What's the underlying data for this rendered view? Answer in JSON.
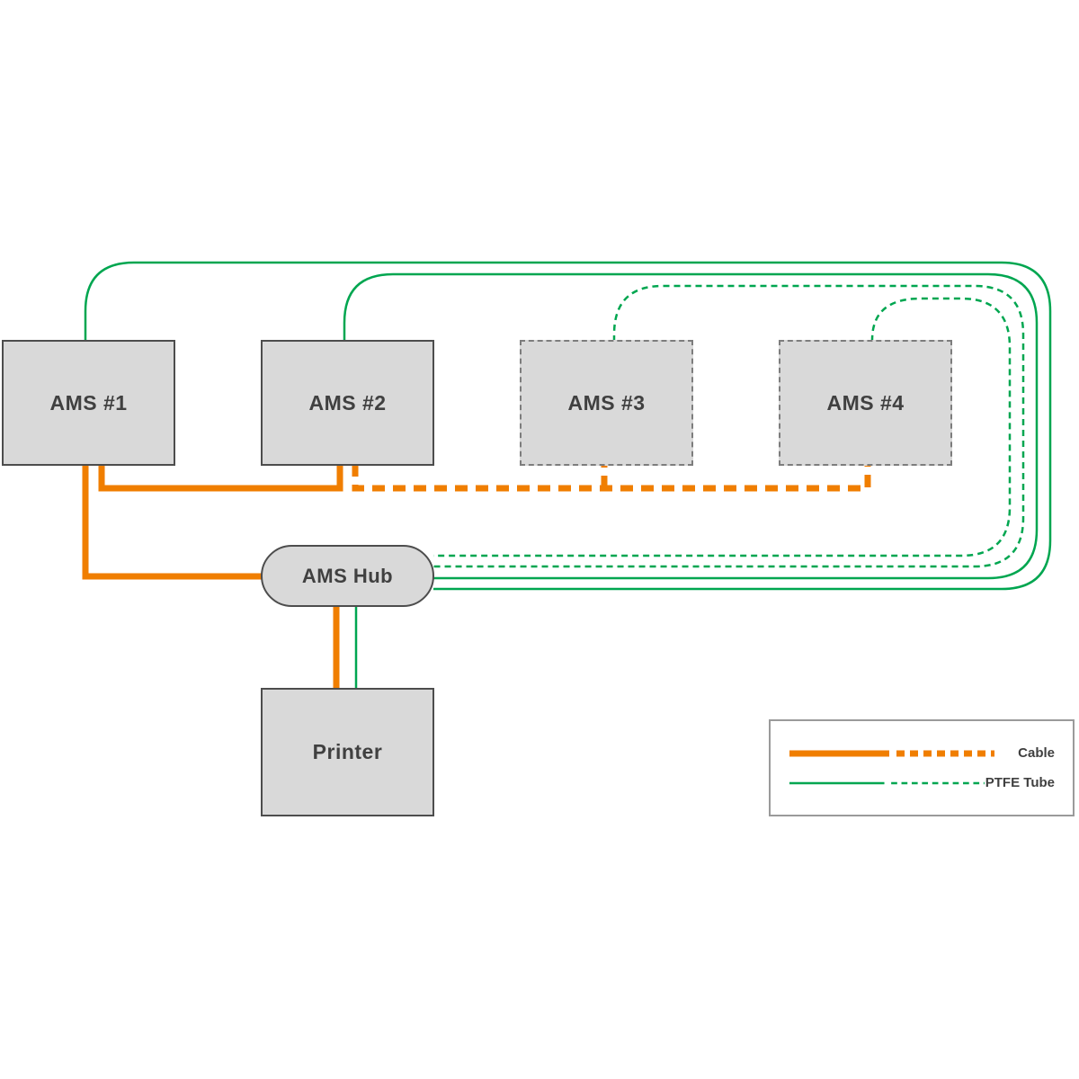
{
  "nodes": {
    "ams1": {
      "label": "AMS #1"
    },
    "ams2": {
      "label": "AMS #2"
    },
    "ams3": {
      "label": "AMS #3"
    },
    "ams4": {
      "label": "AMS #4"
    },
    "hub": {
      "label": "AMS Hub"
    },
    "printer": {
      "label": "Printer"
    }
  },
  "legend": {
    "cable_label": "Cable",
    "ptfe_label": "PTFE Tube"
  },
  "colors": {
    "cable": "#f07e00",
    "ptfe_tube": "#00a650",
    "node_fill": "#d9d9d9",
    "node_border_solid": "#4d4d4d",
    "node_border_dashed": "#7d7d7d",
    "text": "#404040"
  },
  "connections_note": {
    "cable_runs": "AMS #1 and AMS #2 to AMS Hub (solid cable); AMS #3 and AMS #4 to cable bus (dashed cable); AMS Hub to Printer (solid cable)",
    "tube_runs": "AMS #1 and AMS #2 to AMS Hub via right-side loop (solid tube); AMS #3 and AMS #4 via right-side loop (dashed tube); AMS Hub to Printer (solid tube)"
  }
}
